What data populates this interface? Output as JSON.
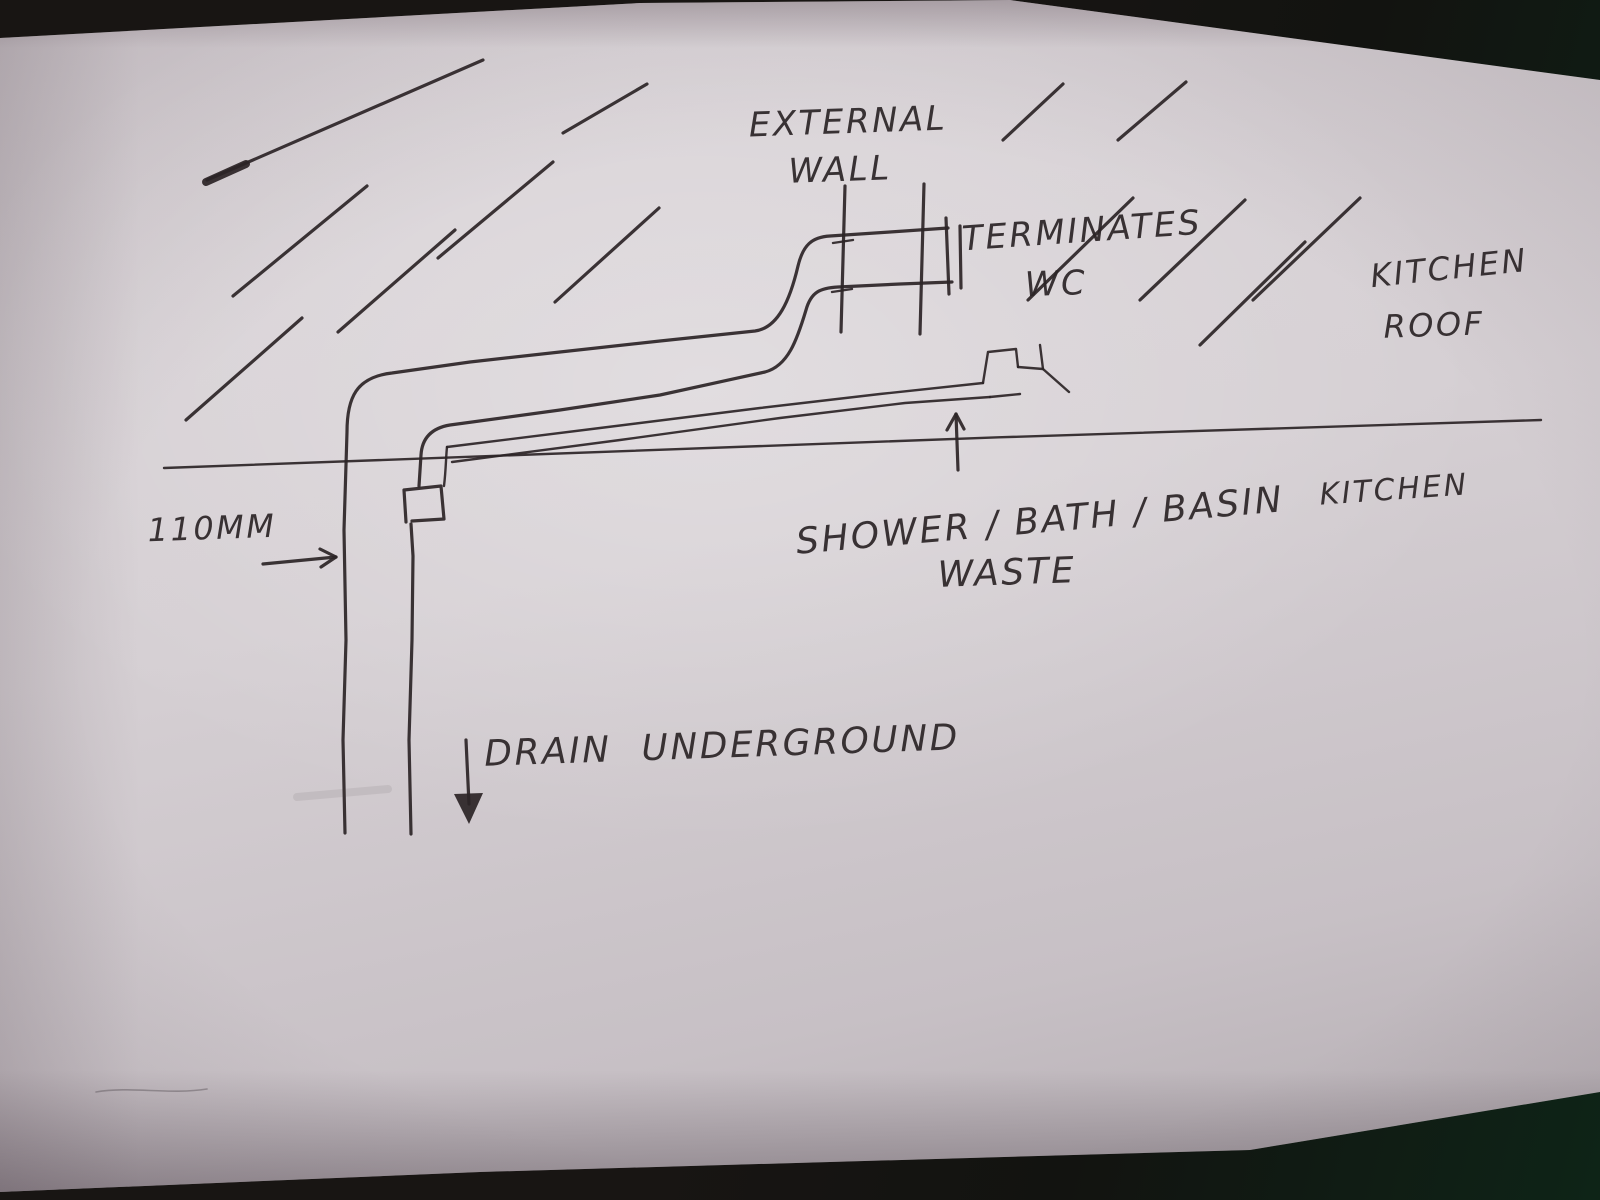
{
  "scene": {
    "description": "Photograph of a hand-drawn plumbing waste-pipe sketch on off-white paper"
  },
  "colors": {
    "ink": "#2b2426",
    "paper_light": "#d9d3d7",
    "paper_dark": "#b2abb0",
    "background_dark": "#181513",
    "background_green": "#0e2417"
  },
  "labels": {
    "external_wall": {
      "line1": "EXTERNAL",
      "line2": "WALL"
    },
    "terminates_wc": {
      "line1": "TERMINATES",
      "line2": "WC"
    },
    "kitchen_roof": {
      "line1": "KITCHEN",
      "line2": "ROOF"
    },
    "kitchen_room": "KITCHEN",
    "pipe_size": "110MM",
    "shower_bath_basin": {
      "line1": "SHOWER / BATH / BASIN",
      "line2": "WASTE"
    },
    "drain_underground": "DRAIN UNDERGROUND"
  }
}
